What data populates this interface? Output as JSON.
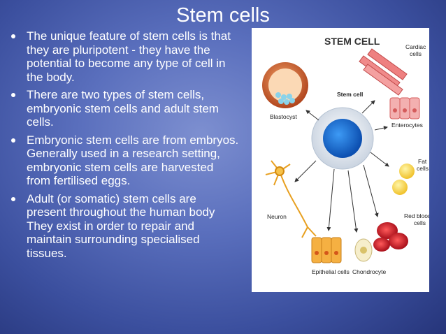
{
  "slide": {
    "title": "Stem cells",
    "bullets": [
      "The unique feature of stem cells is that they are pluripotent - they have the potential to become any type of cell in the body.",
      "There are two types of stem cells, embryonic stem cells and adult stem cells.",
      "Embryonic stem cells are from embryos. Generally used in a research setting, embryonic stem cells are harvested from fertilised eggs.",
      "Adult (or somatic) stem cells are present throughout the human body They exist in order to repair and maintain surrounding specialised tissues."
    ]
  },
  "diagram": {
    "heading": "STEM CELL",
    "center_label": "Stem cell",
    "labels": {
      "blastocyst": "Blastocyst",
      "cardiac": "Cardiac cells",
      "enterocytes": "Enterocytes",
      "fat": "Fat cells",
      "red_blood": "Red blood cells",
      "neuron": "Neuron",
      "epithelial": "Epithelial cells",
      "chondrocyte": "Chondrocyte"
    }
  },
  "colors": {
    "background": "#4a5eb0",
    "text": "#ffffff",
    "stem_nucleus": "#1a73d9"
  }
}
